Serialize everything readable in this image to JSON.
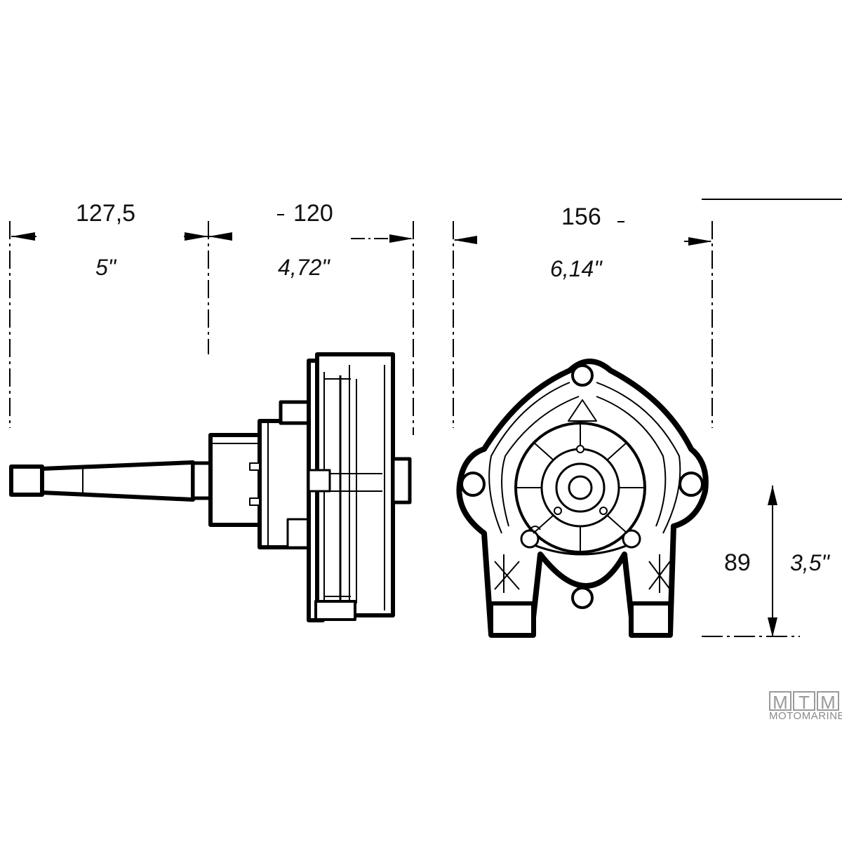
{
  "dimensions": {
    "shaft_length": {
      "mm": "127,5",
      "inches": "5\""
    },
    "body_depth": {
      "mm": "120",
      "inches": "4,72\""
    },
    "front_width": {
      "mm": "156",
      "inches": "6,14\""
    },
    "lower_height": {
      "mm": "89",
      "inches": "3,5\""
    }
  },
  "logo": {
    "letters": [
      "M",
      "T",
      "M"
    ],
    "wordmark": "MOTOMARINE",
    "color": "#9a9a9a"
  },
  "colors": {
    "line": "#000000",
    "background": "#ffffff"
  }
}
